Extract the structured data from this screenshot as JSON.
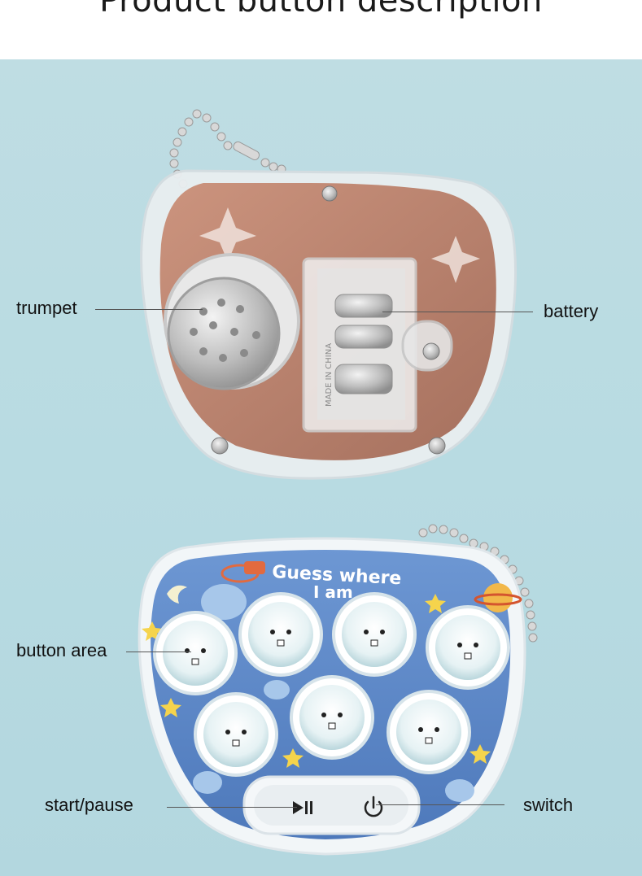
{
  "title": "Product button description",
  "labels": {
    "trumpet": "trumpet",
    "battery": "battery",
    "button_area": "button area",
    "start_pause": "start/pause",
    "switch": "switch"
  },
  "device_front": {
    "brand_text_line1": "Guess where",
    "brand_text_line2": "I am",
    "play_pause_icon": "play-pause-icon",
    "power_icon": "power-icon"
  },
  "device_back": {
    "battery_imprint": "MADE IN CHINA"
  },
  "colors": {
    "background": "#b8dbe2",
    "device_front_blue": "#5b86c6",
    "device_back_copper": "#a86a4f"
  }
}
